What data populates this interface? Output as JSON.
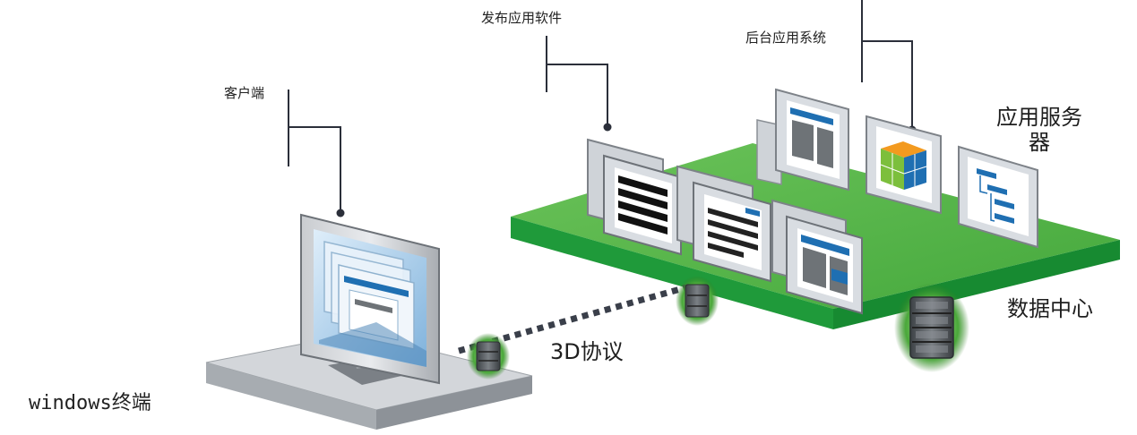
{
  "labels": {
    "client": "客户端",
    "publish_app": "发布应用软件",
    "backend_system": "后台应用系统",
    "app_server_line1": "应用服务",
    "app_server_line2": "器",
    "data_center": "数据中心",
    "protocol": "3D协议",
    "terminal": "windows终端"
  },
  "colors": {
    "platform_top": "#54b848",
    "platform_side": "#1f9a3a",
    "leader_line": "#2b2f3a",
    "window_frame": "#d9dde2",
    "window_accent": "#1f6fb2",
    "monitor_screen": "#9ec7e8",
    "server_body": "#5a5f63",
    "server_glow": "#3a9a2a"
  },
  "icons": [
    "server-icon",
    "app-window-icon",
    "cube-icon",
    "monitor-icon"
  ]
}
